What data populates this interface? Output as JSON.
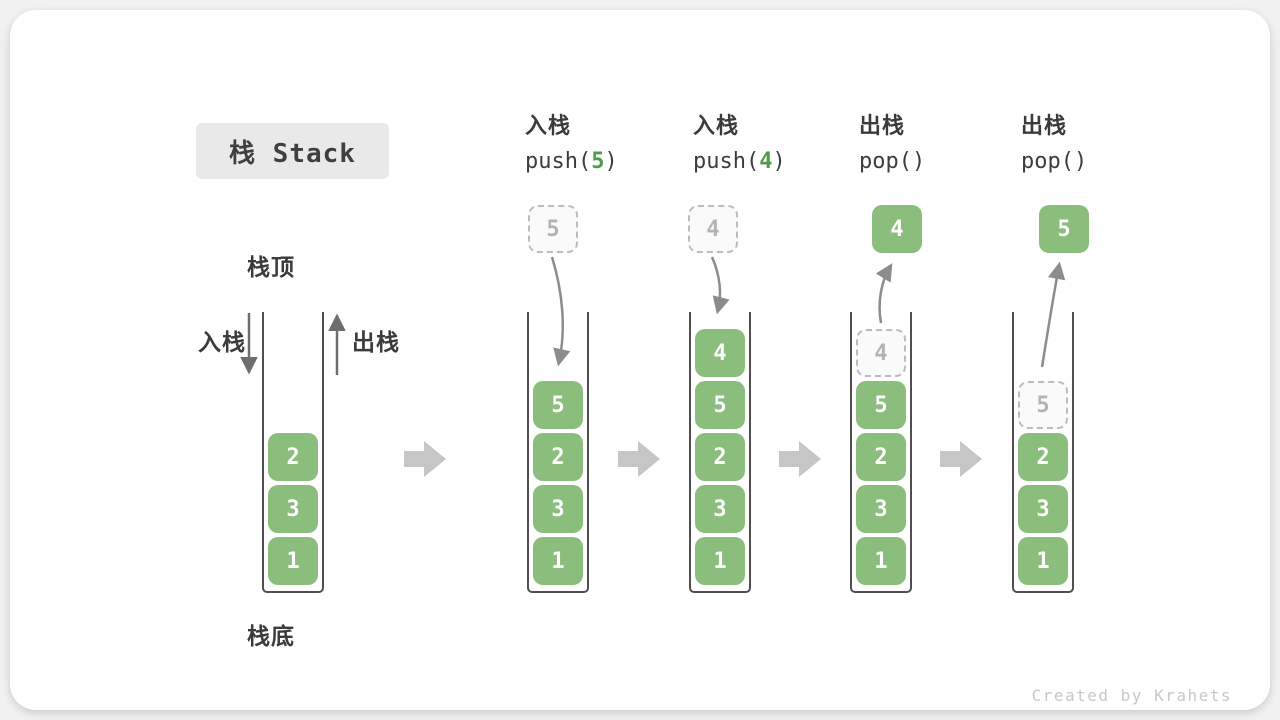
{
  "title": "栈 Stack",
  "watermark": "Created by Krahets",
  "legend": {
    "stack_top": "栈顶",
    "stack_bottom": "栈底",
    "push_label": "入栈",
    "pop_label": "出栈"
  },
  "colors": {
    "cell_green": "#8bbd7d",
    "code_arg_green": "#4f9d49",
    "ghost_border_gray": "#bcbcbc",
    "ghost_text_gray": "#b3b3b3",
    "curve_arrow_gray": "#8c8c8c",
    "side_arrow_gray": "#6e6e6e",
    "block_arrow_gray": "#c6c6c6",
    "title_chip_bg": "#e9e9e9",
    "text_dark": "#3b3b3b",
    "watermark_gray": "#c8c8c8"
  },
  "columns": [
    {
      "name": "initial-state",
      "cells": [
        {
          "value": "2",
          "variant": "solid"
        },
        {
          "value": "3",
          "variant": "solid"
        },
        {
          "value": "1",
          "variant": "solid"
        }
      ]
    },
    {
      "name": "push-5",
      "header": {
        "cn": "入栈",
        "code_pre": "push(",
        "code_arg": "5",
        "code_post": ")"
      },
      "float_box": {
        "value": "5",
        "variant": "ghost"
      },
      "cells": [
        {
          "value": "5",
          "variant": "solid"
        },
        {
          "value": "2",
          "variant": "solid"
        },
        {
          "value": "3",
          "variant": "solid"
        },
        {
          "value": "1",
          "variant": "solid"
        }
      ]
    },
    {
      "name": "push-4",
      "header": {
        "cn": "入栈",
        "code_pre": "push(",
        "code_arg": "4",
        "code_post": ")"
      },
      "float_box": {
        "value": "4",
        "variant": "ghost"
      },
      "cells": [
        {
          "value": "4",
          "variant": "solid"
        },
        {
          "value": "5",
          "variant": "solid"
        },
        {
          "value": "2",
          "variant": "solid"
        },
        {
          "value": "3",
          "variant": "solid"
        },
        {
          "value": "1",
          "variant": "solid"
        }
      ]
    },
    {
      "name": "pop-4",
      "header": {
        "cn": "出栈",
        "code_pre": "pop()",
        "code_arg": "",
        "code_post": ""
      },
      "float_box": {
        "value": "4",
        "variant": "solid"
      },
      "cells": [
        {
          "value": "4",
          "variant": "ghost"
        },
        {
          "value": "5",
          "variant": "solid"
        },
        {
          "value": "2",
          "variant": "solid"
        },
        {
          "value": "3",
          "variant": "solid"
        },
        {
          "value": "1",
          "variant": "solid"
        }
      ]
    },
    {
      "name": "pop-5",
      "header": {
        "cn": "出栈",
        "code_pre": "pop()",
        "code_arg": "",
        "code_post": ""
      },
      "float_box": {
        "value": "5",
        "variant": "solid"
      },
      "cells": [
        {
          "value": "5",
          "variant": "ghost"
        },
        {
          "value": "2",
          "variant": "solid"
        },
        {
          "value": "3",
          "variant": "solid"
        },
        {
          "value": "1",
          "variant": "solid"
        }
      ]
    }
  ]
}
